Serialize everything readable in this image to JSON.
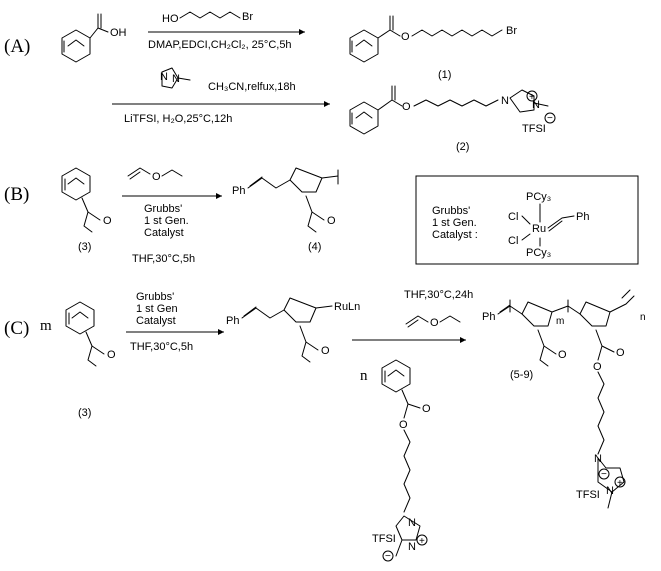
{
  "sections": [
    {
      "label": "(A)"
    },
    {
      "label": "(B)"
    },
    {
      "label": "(C)"
    }
  ],
  "scheme_a": {
    "oh": "OH",
    "br_reagent": "Br",
    "ho_reagent": "HO",
    "cond1": "DMAP,EDCI,CH₂Cl₂, 25°C,5h",
    "prod1_br": "Br",
    "prod1_o": "O",
    "prod1_label": "(1)",
    "imid_n1": "N",
    "imid_n2": "N",
    "cond2_top": "CH₃CN,relfux,18h",
    "cond2_bottom": "LiTFSI, H₂O,25°C,12h",
    "prod2_o": "O",
    "prod2_n1": "N",
    "prod2_n2": "N",
    "prod2_plus": "+",
    "prod2_tfsi": "TFSI",
    "prod2_minus": "−",
    "prod2_label": "(2)"
  },
  "scheme_b": {
    "monomer_label": "(3)",
    "vinyl_ether_o": "O",
    "cat_line1": "Grubbs'",
    "cat_line2": "1 st Gen.",
    "cat_line3": "Catalyst",
    "cond": "THF,30°C,5h",
    "ph": "Ph",
    "polymer_label": "(4)",
    "box_line1": "Grubbs'",
    "box_line2": "1 st Gen.",
    "box_line3": "Catalyst :",
    "box_pcy3_top": "PCy₃",
    "box_cl1": "Cl",
    "box_cl2": "Cl",
    "box_ru": "Ru",
    "box_ph": "Ph",
    "box_pcy3_bottom": "PCy₃"
  },
  "scheme_c": {
    "m": "m",
    "monomer_label": "(3)",
    "cat_line1": "Grubbs'",
    "cat_line2": "1 st Gen",
    "cat_line3": "Catalyst",
    "cond1": "THF,30°C,5h",
    "ph1": "Ph",
    "ruln": "RuLn",
    "cond2": "THF,30°C,24h",
    "n": "n",
    "vinyl_ether_o": "O",
    "monomer2_n1": "N",
    "monomer2_n2": "N",
    "monomer2_tfsi": "TFSI",
    "monomer2_plus": "+",
    "monomer2_minus": "−",
    "ph2": "Ph",
    "sub_m": "m",
    "sub_n": "n",
    "product_label": "(5-9)",
    "prod_n1": "N",
    "prod_n2": "N",
    "prod_tfsi": "TFSI",
    "prod_plus": "+",
    "prod_minus": "−"
  }
}
